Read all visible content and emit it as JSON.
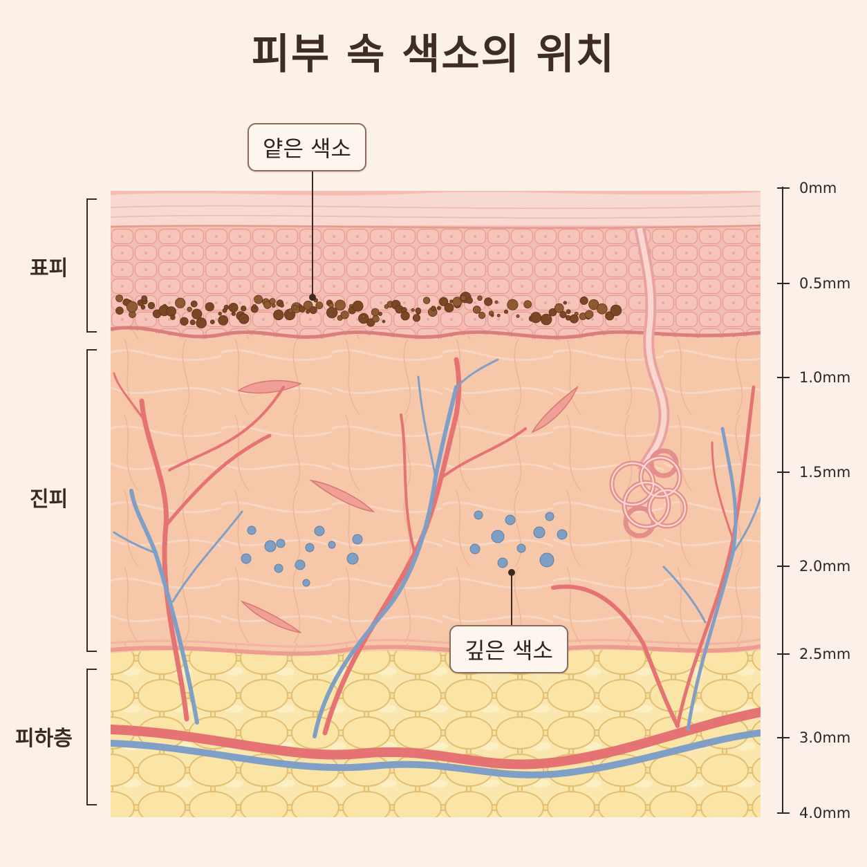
{
  "title": "피부 속 색소의 위치",
  "layers": {
    "epidermis": "표피",
    "dermis": "진피",
    "subcutis": "피하층"
  },
  "callouts": {
    "shallow": "얕은 색소",
    "deep": "깊은 색소"
  },
  "scale": [
    "0mm",
    "0.5mm",
    "1.0mm",
    "1.5mm",
    "2.0mm",
    "2.5mm",
    "3.0mm",
    "4.0mm"
  ],
  "colors": {
    "background": "#fbf1e8",
    "stratum_corneum": "#f8d9cf",
    "epidermis": "#f4bcb2",
    "dermis": "#f6c7a8",
    "fat": "#f6df9e",
    "artery": "#e57373",
    "vein": "#7f9fc7",
    "melanin": "#7a4624",
    "deep_pigment": "#7f9ec3"
  }
}
